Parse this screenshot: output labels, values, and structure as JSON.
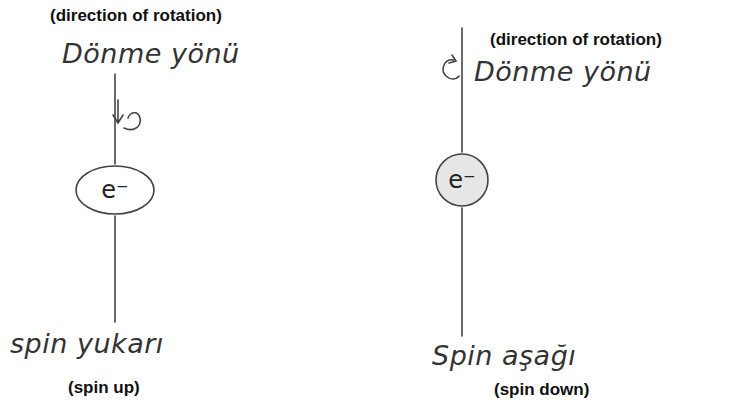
{
  "diagram": {
    "nodes": [
      {
        "text": [
          "e⁻"
        ]
      },
      {
        "text": [
          "e⁻"
        ]
      }
    ],
    "labels": [
      "(direction of rotation)",
      "Dönme yönü",
      "spin yukarı",
      "(spin up)",
      "(direction of rotation)",
      "Dönme yönü",
      "Spin aşağı",
      "(spin down)"
    ]
  }
}
